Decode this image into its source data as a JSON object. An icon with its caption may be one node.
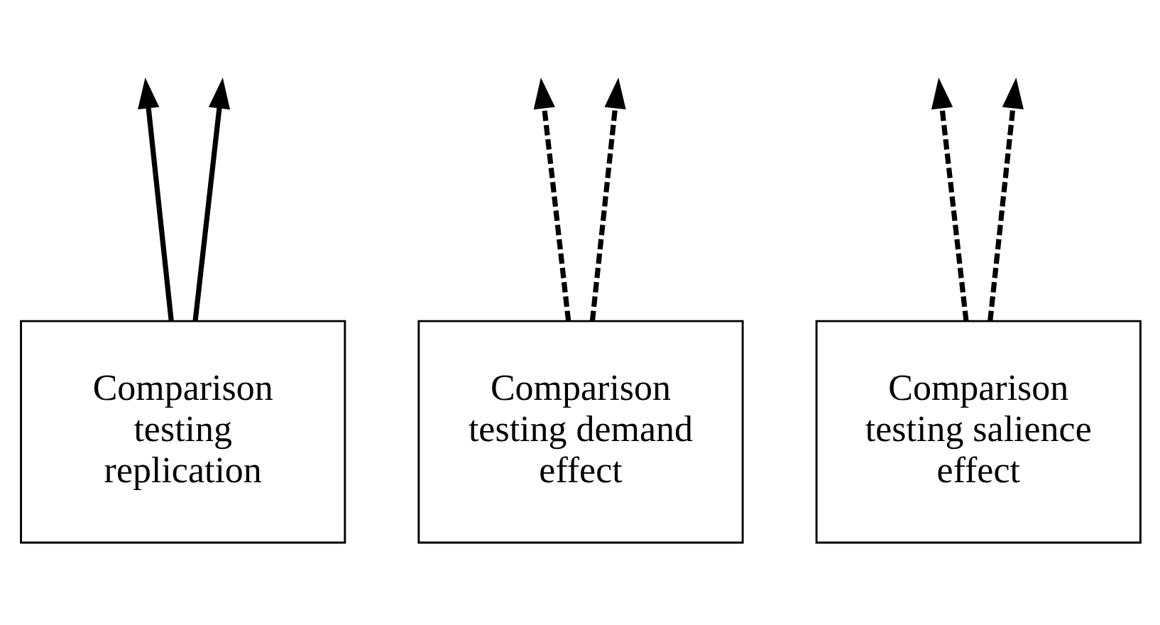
{
  "diagram": {
    "nodes": [
      {
        "text": [
          "Comparison testing replication"
        ]
      },
      {
        "text": [
          "Comparison testing demand effect"
        ]
      },
      {
        "text": [
          "Comparison testing salience effect"
        ]
      }
    ],
    "edges": [
      {
        "from": 0,
        "to": null,
        "arrow": "to"
      },
      {
        "from": 0,
        "to": null,
        "arrow": "to"
      },
      {
        "from": 1,
        "to": null,
        "arrow": "to",
        "style": "dashed"
      },
      {
        "from": 1,
        "to": null,
        "arrow": "to",
        "style": "dashed"
      },
      {
        "from": 2,
        "to": null,
        "arrow": "to",
        "style": "dashed"
      },
      {
        "from": 2,
        "to": null,
        "arrow": "to",
        "style": "dashed"
      }
    ]
  }
}
